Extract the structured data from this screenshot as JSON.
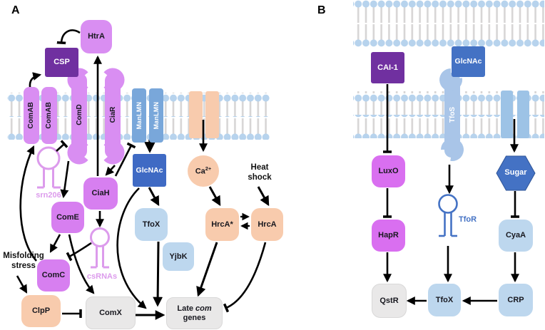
{
  "figure": {
    "panel_a": {
      "label": "A",
      "nodes": {
        "htra": "HtrA",
        "csp": "CSP",
        "comab": "ComAB",
        "comd": "ComD",
        "ciar": "CiaR",
        "manlmn": "ManLMN",
        "srn206": "srn206",
        "ciah": "CiaH",
        "come": "ComE",
        "csrnas": "csRNAs",
        "comc": "ComC",
        "clpp": "ClpP",
        "comx": "ComX",
        "glcnac": "GlcNAc",
        "tfox": "TfoX",
        "yjbk": "YjbK",
        "ca_base": "Ca",
        "ca_sup": "2+",
        "heat_line1": "Heat",
        "heat_line2": "shock",
        "hrca_active": "HrcA*",
        "hrca": "HrcA",
        "misfold_line1": "Misfolding",
        "misfold_line2": "stress",
        "late_pre": "Late",
        "late_em": "com",
        "late_line2": "genes"
      },
      "interactions": [
        {
          "from": "CiaH",
          "to": "HtrA",
          "type": "activates"
        },
        {
          "from": "HtrA",
          "to": "CSP",
          "type": "inhibits"
        },
        {
          "from": "ComC",
          "to": "ComAB",
          "type": "activates"
        },
        {
          "from": "ComAB",
          "to": "CSP",
          "type": "activates"
        },
        {
          "from": "srn206",
          "to": "ComD",
          "type": "inhibits"
        },
        {
          "from": "ComD",
          "to": "ComE",
          "type": "activates"
        },
        {
          "from": "CiaR",
          "to": "CiaH",
          "type": "activates"
        },
        {
          "from": "CiaH",
          "to": "ManLMN",
          "type": "inhibits"
        },
        {
          "from": "CiaH",
          "to": "csRNAs",
          "type": "activates"
        },
        {
          "from": "csRNAs",
          "to": "ComC",
          "type": "inhibits"
        },
        {
          "from": "ComE",
          "to": "ComC",
          "type": "activates"
        },
        {
          "from": "ComE",
          "to": "ComX",
          "type": "activates"
        },
        {
          "from": "Misfolding stress",
          "to": "ClpP",
          "type": "activates"
        },
        {
          "from": "ClpP",
          "to": "ComX",
          "type": "inhibits"
        },
        {
          "from": "ComX",
          "to": "Late com genes",
          "type": "activates"
        },
        {
          "from": "ManLMN",
          "to": "GlcNAc",
          "type": "transports"
        },
        {
          "from": "GlcNAc",
          "to": "TfoX",
          "type": "activates"
        },
        {
          "from": "GlcNAc",
          "to": "Late com genes",
          "type": "activates"
        },
        {
          "from": "TfoX",
          "to": "Late com genes",
          "type": "activates"
        },
        {
          "from": "membrane channel",
          "to": "Ca2+",
          "type": "transports"
        },
        {
          "from": "Ca2+",
          "to": "HrcA*",
          "type": "activates"
        },
        {
          "from": "Heat shock",
          "to": "HrcA",
          "type": "activates"
        },
        {
          "from": "HrcA*",
          "to": "HrcA",
          "type": "interconverts"
        },
        {
          "from": "HrcA*",
          "to": "Late com genes",
          "type": "activates"
        },
        {
          "from": "HrcA",
          "to": "Late com genes",
          "type": "inhibits"
        }
      ]
    },
    "panel_b": {
      "label": "B",
      "nodes": {
        "cai1": "CAI-1",
        "glcnac": "GlcNAc",
        "tfos": "TfoS",
        "luxo": "LuxO",
        "hapr": "HapR",
        "qstr": "QstR",
        "tfor": "TfoR",
        "sugar": "Sugar",
        "cyaa": "CyaA",
        "crp": "CRP",
        "tfox": "TfoX"
      },
      "interactions": [
        {
          "from": "CAI-1",
          "to": "LuxO",
          "type": "inhibits"
        },
        {
          "from": "LuxO",
          "to": "HapR",
          "type": "inhibits"
        },
        {
          "from": "HapR",
          "to": "QstR",
          "type": "activates"
        },
        {
          "from": "TfoS",
          "to": "TfoR",
          "type": "activates"
        },
        {
          "from": "TfoR",
          "to": "TfoX",
          "type": "activates"
        },
        {
          "from": "membrane channel",
          "to": "Sugar",
          "type": "transports"
        },
        {
          "from": "Sugar",
          "to": "CyaA",
          "type": "inhibits"
        },
        {
          "from": "CyaA",
          "to": "CRP",
          "type": "activates"
        },
        {
          "from": "CRP",
          "to": "TfoX",
          "type": "activates"
        },
        {
          "from": "TfoX",
          "to": "QstR",
          "type": "activates"
        }
      ]
    },
    "colors": {
      "membrane_head": "#b7d3ed",
      "membrane_tail": "#d7d5d5",
      "light_purple": "#d98ef2",
      "mid_purple": "#d77ff0",
      "dark_purple": "#7030a0",
      "dark_blue": "#3f6ac4",
      "ppt_blue": "#4472c4",
      "man_blue": "#79a7da",
      "light_blue": "#bdd7ee",
      "tfos_blue": "#a9c5e8",
      "channel_blue": "#9dc3e6",
      "orange": "#f8cbad",
      "gray": "#e9e8e8",
      "hairpin_pink": "#dc9bec",
      "hairpin_blue": "#4472c4",
      "arrow": "#000000"
    }
  }
}
